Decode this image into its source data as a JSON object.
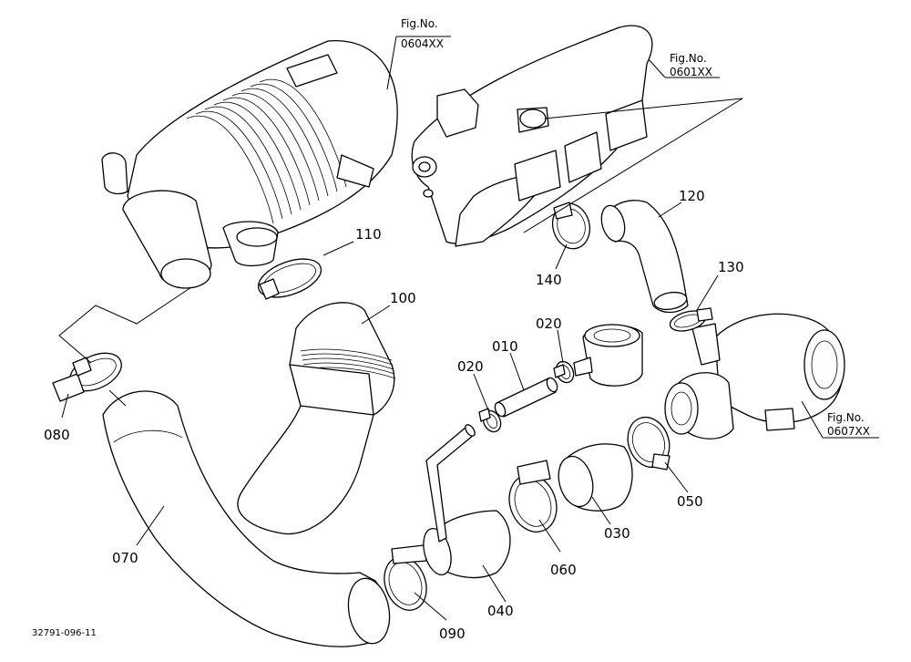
{
  "figure_refs": {
    "air_cleaner": {
      "label": "Fig.No.",
      "number": "0604XX"
    },
    "manifold": {
      "label": "Fig.No.",
      "number": "0601XX"
    },
    "turbo": {
      "label": "Fig.No.",
      "number": "0607XX"
    }
  },
  "callouts": {
    "p010": "010",
    "p020a": "020",
    "p020b": "020",
    "p030": "030",
    "p040": "040",
    "p050": "050",
    "p060": "060",
    "p070": "070",
    "p080": "080",
    "p090": "090",
    "p100": "100",
    "p110": "110",
    "p120": "120",
    "p130": "130",
    "p140": "140"
  },
  "drawing_code": "32791-096-11"
}
